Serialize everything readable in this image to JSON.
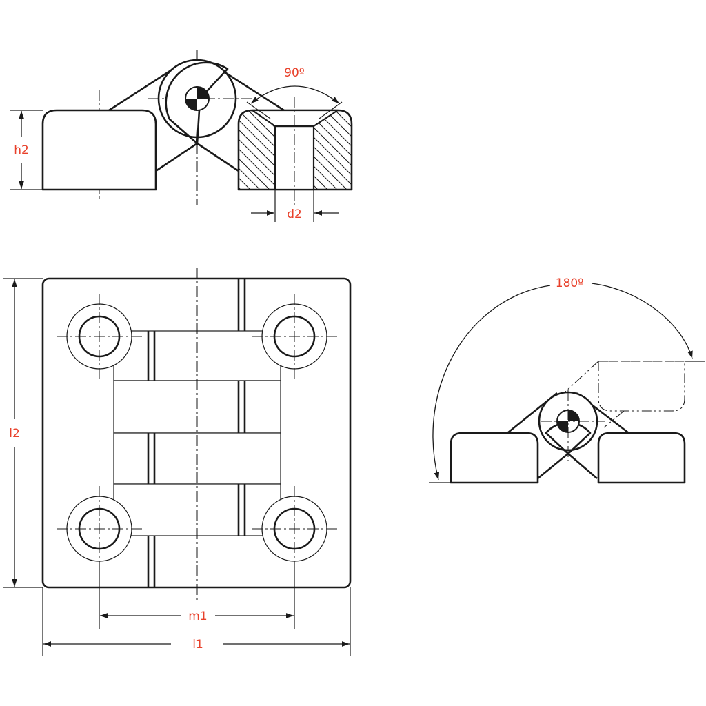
{
  "labels": {
    "angle_top": "90º",
    "h2": "h2",
    "d2": "d2",
    "l2": "l2",
    "m1": "m1",
    "l1": "l1",
    "angle_side": "180º"
  },
  "colors": {
    "line": "#1a1a1a",
    "dimension_text": "#e8402a",
    "background": "#ffffff"
  }
}
